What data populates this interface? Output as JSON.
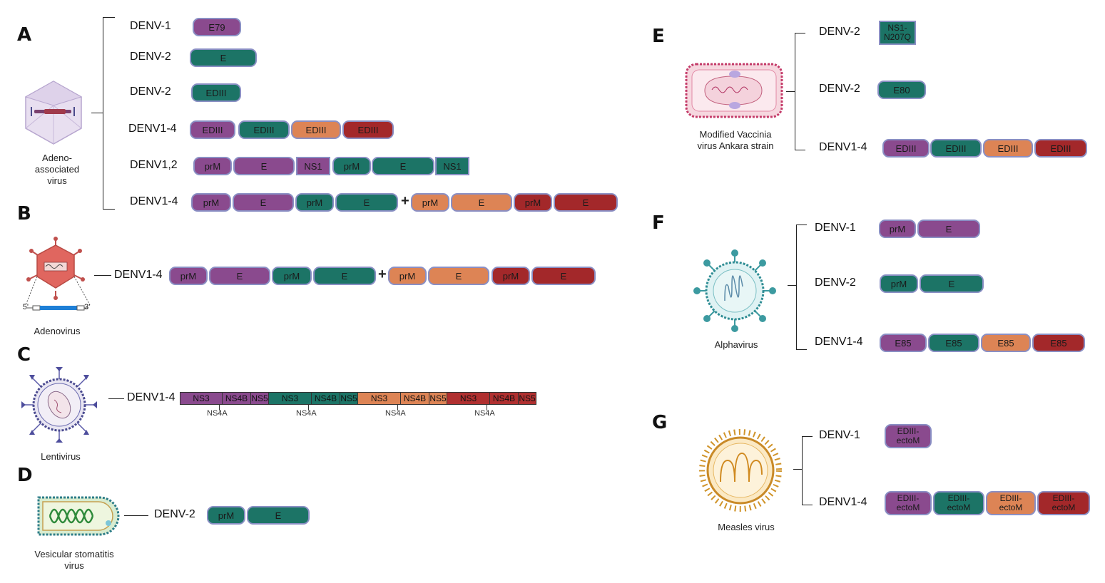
{
  "panels": {
    "A": {
      "letter": "A",
      "virus": [
        "Adeno-",
        "associated",
        "virus"
      ],
      "rows": [
        {
          "label": "DENV-1",
          "segs": [
            {
              "t": "E79",
              "c": "pc"
            }
          ]
        },
        {
          "label": "DENV-2",
          "segs": [
            {
              "t": "E",
              "c": "tl"
            }
          ]
        },
        {
          "label": "DENV-2",
          "segs": [
            {
              "t": "EDIII",
              "c": "tl"
            }
          ]
        },
        {
          "label": "DENV1-4",
          "segs": [
            {
              "t": "EDIII",
              "c": "pc"
            },
            {
              "t": "EDIII",
              "c": "tl"
            },
            {
              "t": "EDIII",
              "c": "or"
            },
            {
              "t": "EDIII",
              "c": "rd"
            }
          ]
        },
        {
          "label": "DENV1,2",
          "segs": [
            {
              "t": "prM",
              "c": "pc"
            },
            {
              "t": "E",
              "c": "pc"
            },
            {
              "t": "NS1",
              "c": "pc"
            },
            {
              "t": "prM",
              "c": "tl"
            },
            {
              "t": "E",
              "c": "tl"
            },
            {
              "t": "NS1",
              "c": "tl"
            }
          ]
        },
        {
          "label": "DENV1-4",
          "segs": [
            {
              "t": "prM",
              "c": "pc"
            },
            {
              "t": "E",
              "c": "pc"
            },
            {
              "t": "prM",
              "c": "tl"
            },
            {
              "t": "E",
              "c": "tl"
            },
            {
              "t": "prM",
              "c": "or"
            },
            {
              "t": "E",
              "c": "or"
            },
            {
              "t": "prM",
              "c": "rd"
            },
            {
              "t": "E",
              "c": "rd"
            }
          ],
          "plus": "+"
        }
      ]
    },
    "B": {
      "letter": "B",
      "virus": [
        "Adenovirus"
      ],
      "five": "5'",
      "three": "3'",
      "rows": [
        {
          "label": "DENV1-4",
          "segs": [
            {
              "t": "prM",
              "c": "pc"
            },
            {
              "t": "E",
              "c": "pc"
            },
            {
              "t": "prM",
              "c": "tl"
            },
            {
              "t": "E",
              "c": "tl"
            },
            {
              "t": "prM",
              "c": "or"
            },
            {
              "t": "E",
              "c": "or"
            },
            {
              "t": "prM",
              "c": "rd"
            },
            {
              "t": "E",
              "c": "rd"
            }
          ],
          "plus": "+"
        }
      ]
    },
    "C": {
      "letter": "C",
      "virus": [
        "Lentivirus"
      ],
      "rows": [
        {
          "label": "DENV1-4",
          "cells": [
            "NS3",
            "NS4B",
            "NS5"
          ],
          "sub": "NS4A"
        }
      ]
    },
    "D": {
      "letter": "D",
      "virus": [
        "Vesicular stomatitis",
        "virus"
      ],
      "rows": [
        {
          "label": "DENV-2",
          "segs": [
            {
              "t": "prM",
              "c": "tl"
            },
            {
              "t": "E",
              "c": "tl"
            }
          ]
        }
      ]
    },
    "E": {
      "letter": "E",
      "virus": [
        "Modified Vaccinia",
        "virus Ankara strain"
      ],
      "rows": [
        {
          "label": "DENV-2",
          "segs": [
            {
              "t": "NS1-\nN207Q",
              "c": "tl"
            }
          ]
        },
        {
          "label": "DENV-2",
          "segs": [
            {
              "t": "E80",
              "c": "tl"
            }
          ]
        },
        {
          "label": "DENV1-4",
          "segs": [
            {
              "t": "EDIII",
              "c": "pc"
            },
            {
              "t": "EDIII",
              "c": "tl"
            },
            {
              "t": "EDIII",
              "c": "or"
            },
            {
              "t": "EDIII",
              "c": "rd"
            }
          ]
        }
      ]
    },
    "F": {
      "letter": "F",
      "virus": [
        "Alphavirus"
      ],
      "rows": [
        {
          "label": "DENV-1",
          "segs": [
            {
              "t": "prM",
              "c": "pc"
            },
            {
              "t": "E",
              "c": "pc"
            }
          ]
        },
        {
          "label": "DENV-2",
          "segs": [
            {
              "t": "prM",
              "c": "tl"
            },
            {
              "t": "E",
              "c": "tl"
            }
          ]
        },
        {
          "label": "DENV1-4",
          "segs": [
            {
              "t": "E85",
              "c": "pc"
            },
            {
              "t": "E85",
              "c": "tl"
            },
            {
              "t": "E85",
              "c": "or"
            },
            {
              "t": "E85",
              "c": "rd"
            }
          ]
        }
      ]
    },
    "G": {
      "letter": "G",
      "virus": [
        "Measles virus"
      ],
      "rows": [
        {
          "label": "DENV-1",
          "segs": [
            {
              "t": "EDIII-\nectoM",
              "c": "pc"
            }
          ]
        },
        {
          "label": "DENV1-4",
          "segs": [
            {
              "t": "EDIII-\nectoM",
              "c": "pc"
            },
            {
              "t": "EDIII-\nectoM",
              "c": "tl"
            },
            {
              "t": "EDIII-\nectoM",
              "c": "or"
            },
            {
              "t": "EDIII-\nectoM",
              "c": "rd"
            }
          ]
        }
      ]
    }
  },
  "colors": {
    "pc": "#8a4a8e",
    "tl": "#1c7466",
    "or": "#dd8455",
    "rd": "#a3282a",
    "ns_pc": "#8a4a8e",
    "ns_tl": "#1c7466",
    "ns_or": "#dd8455",
    "ns_rd": "#b03030"
  }
}
